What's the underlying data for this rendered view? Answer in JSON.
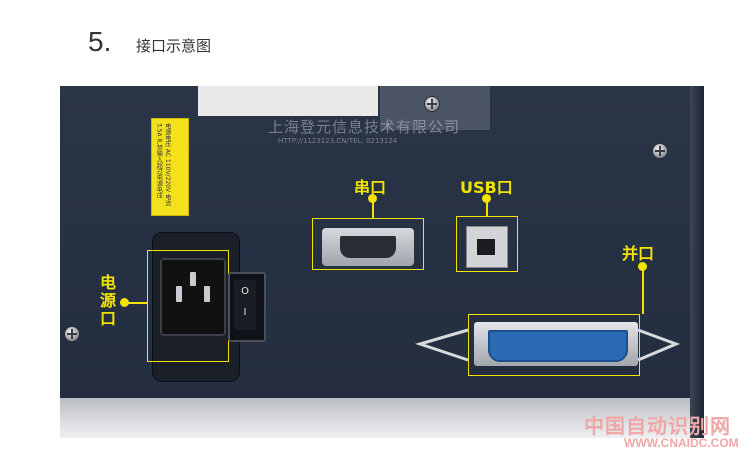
{
  "header": {
    "step_number": "5.",
    "title": "接口示意图"
  },
  "device": {
    "sticker_text": "电源电压 AC 110V/220V 电流 3.5A 严禁输入超过电源电压",
    "watermark_text": "上海登元信息技术有限公司",
    "watermark_url": "HTTP://1123123.CN/TEL: 0213124",
    "switch_on": "O",
    "switch_off": "I"
  },
  "callouts": {
    "serial": "串口",
    "usb": "USB口",
    "parallel": "并口",
    "power": "电源口"
  },
  "footer": {
    "brand": "中国自动识别网",
    "url": "WWW.CNAIDC.COM"
  },
  "colors": {
    "accent": "#f2e300",
    "panel": "#263043"
  }
}
